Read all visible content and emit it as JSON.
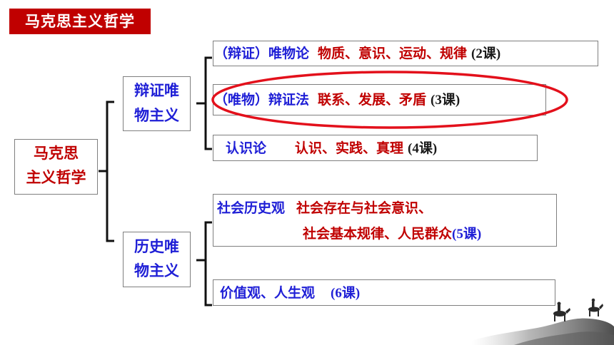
{
  "title": "马克思主义哲学",
  "root": {
    "line1": "马克思",
    "line2": "主义哲学"
  },
  "branch_dialectical": {
    "line1": "辩证唯",
    "line2": "物主义"
  },
  "branch_historical": {
    "line1": "历史唯",
    "line2": "物主义"
  },
  "items": [
    {
      "head": "（辩证）唯物论",
      "content": "物质、意识、运动、规律",
      "lesson": "(2课)"
    },
    {
      "head": "（唯物）辩证法",
      "content": "联系、发展、矛盾",
      "lesson": "(3课)"
    },
    {
      "head": "认识论",
      "content": "认识、实践、真理",
      "lesson": "(4课)"
    },
    {
      "head": "社会历史观",
      "content": "社会存在与社会意识、",
      "content2": "社会基本规律、人民群众",
      "lesson": "(5课)"
    },
    {
      "head": "价值观、人生观",
      "lesson": "(6课)"
    }
  ],
  "colors": {
    "banner": "#c00000",
    "red_text": "#c00000",
    "blue_text": "#1f1fd6",
    "highlight_ellipse": "#e3101b"
  }
}
